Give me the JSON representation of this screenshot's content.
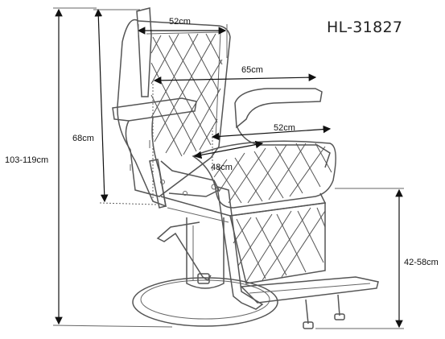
{
  "model_code": "HL-31827",
  "dimensions": {
    "backrest_width": "52cm",
    "overall_depth": "65cm",
    "seat_width": "52cm",
    "seat_depth": "48cm",
    "back_height": "68cm",
    "total_height": "103-119cm",
    "seat_height": "42-58cm"
  },
  "colors": {
    "line": "#555555",
    "dimension_line": "#111111",
    "background": "#ffffff"
  }
}
